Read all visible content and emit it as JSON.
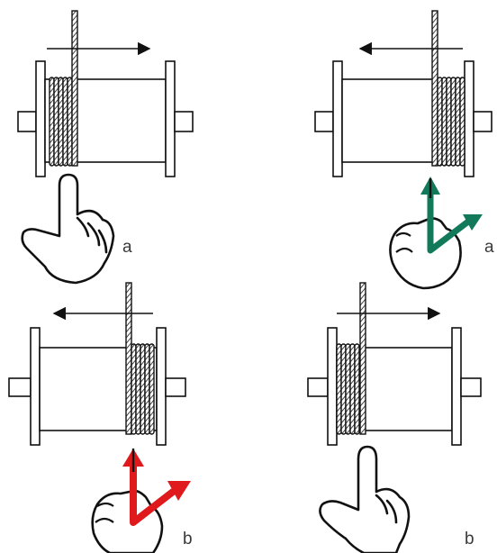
{
  "panels": [
    {
      "id": "top-left",
      "label": "a"
    },
    {
      "id": "top-right",
      "label": "a"
    },
    {
      "id": "bottom-left",
      "label": "b"
    },
    {
      "id": "bottom-right",
      "label": "b"
    }
  ],
  "colors": {
    "line": "#111111",
    "correct_arrow": "#127a5a",
    "wrong_arrow": "#e0191c",
    "label": "#3a3a3a"
  },
  "icons": [
    "winch-drum-icon",
    "wire-rope-icon",
    "direction-arrow-icon",
    "pointing-hand-icon",
    "thumb-rule-hand-icon"
  ]
}
